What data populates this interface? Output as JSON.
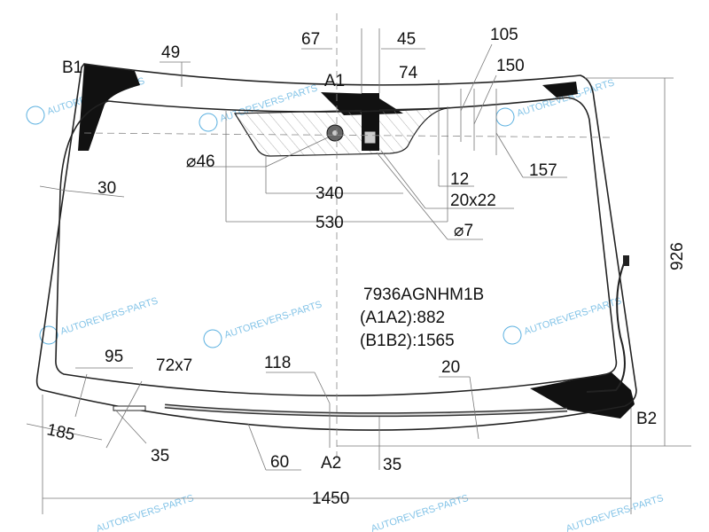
{
  "part_code": "7936AGNHM1B",
  "a1a2": "(A1A2):882",
  "b1b2": "(B1B2):1565",
  "points": {
    "a1": "A1",
    "a2": "A2",
    "b1": "B1",
    "b2": "B2"
  },
  "dimensions": {
    "d67": "67",
    "d45": "45",
    "d105": "105",
    "d150": "150",
    "d74": "74",
    "d49": "49",
    "d46": "⌀46",
    "d157": "157",
    "d12": "12",
    "d20x22": "20x22",
    "d340": "340",
    "d530": "530",
    "d7": "⌀7",
    "d30": "30",
    "d926": "926",
    "d95": "95",
    "d72x7": "72x7",
    "d118": "118",
    "d20": "20",
    "d185": "185",
    "d35a": "35",
    "d60": "60",
    "d35b": "35",
    "d1450": "1450"
  },
  "watermark": "AUTOREVERS-PARTS",
  "colors": {
    "watermark": "#5ab0e0",
    "glass_line": "#222222",
    "dimension_line": "#777777"
  }
}
